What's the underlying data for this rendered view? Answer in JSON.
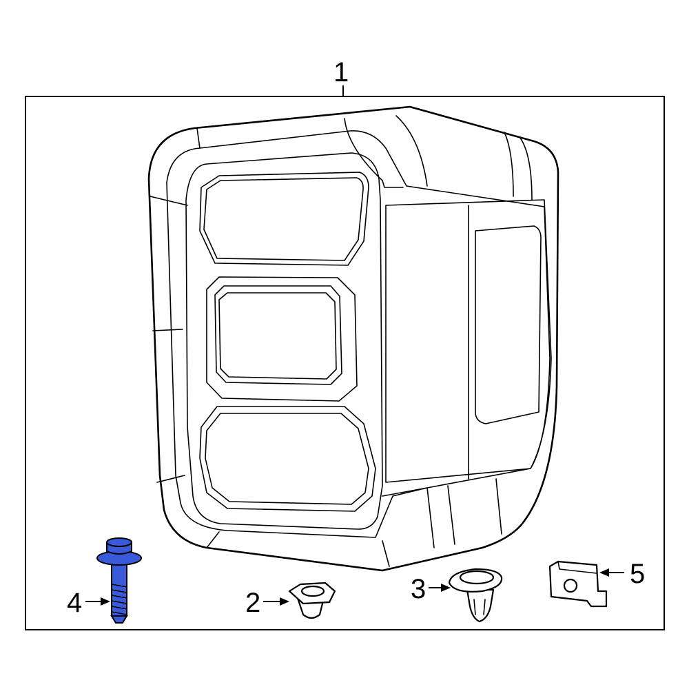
{
  "callouts": {
    "c1": "1",
    "c2": "2",
    "c3": "3",
    "c4": "4",
    "c5": "5"
  },
  "parts": [
    {
      "callout": "1",
      "icon": "tail-lamp-assembly-icon"
    },
    {
      "callout": "2",
      "icon": "grommet-icon"
    },
    {
      "callout": "3",
      "icon": "push-pin-retainer-icon"
    },
    {
      "callout": "4",
      "icon": "flange-bolt-icon",
      "highlighted": true
    },
    {
      "callout": "5",
      "icon": "clip-nut-icon"
    }
  ],
  "colors": {
    "line": "#000000",
    "background": "#ffffff",
    "highlight": "#3a5bd9"
  }
}
